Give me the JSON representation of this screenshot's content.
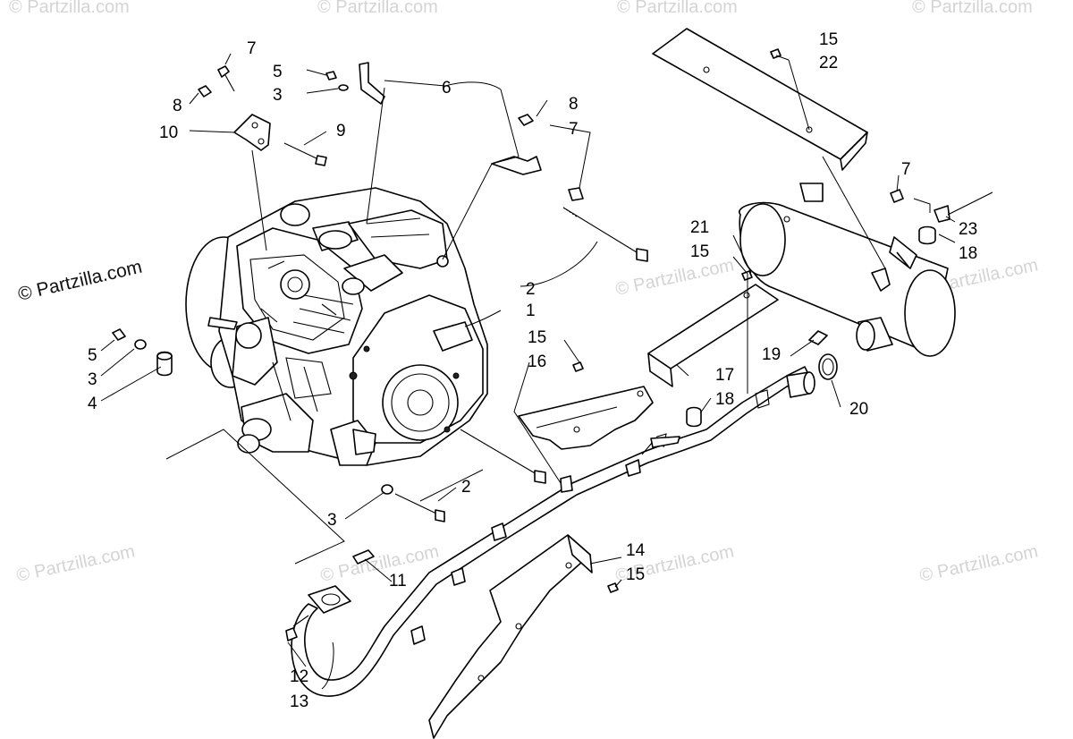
{
  "watermarks": {
    "main": "© Partzilla.com",
    "faint": "© Partzilla.com"
  },
  "callouts": {
    "c1": "1",
    "c2a": "2",
    "c2b": "2",
    "c3a": "3",
    "c3b": "3",
    "c3c": "3",
    "c4": "4",
    "c5a": "5",
    "c5b": "5",
    "c6": "6",
    "c7a": "7",
    "c7b": "7",
    "c7c": "7",
    "c8a": "8",
    "c8b": "8",
    "c9": "9",
    "c10": "10",
    "c11": "11",
    "c12": "12",
    "c13": "13",
    "c14": "14",
    "c15a": "15",
    "c15b": "15",
    "c15c": "15",
    "c15d": "15",
    "c16": "16",
    "c17": "17",
    "c18a": "18",
    "c18b": "18",
    "c19": "19",
    "c20": "20",
    "c21": "21",
    "c22": "22",
    "c23": "23"
  }
}
